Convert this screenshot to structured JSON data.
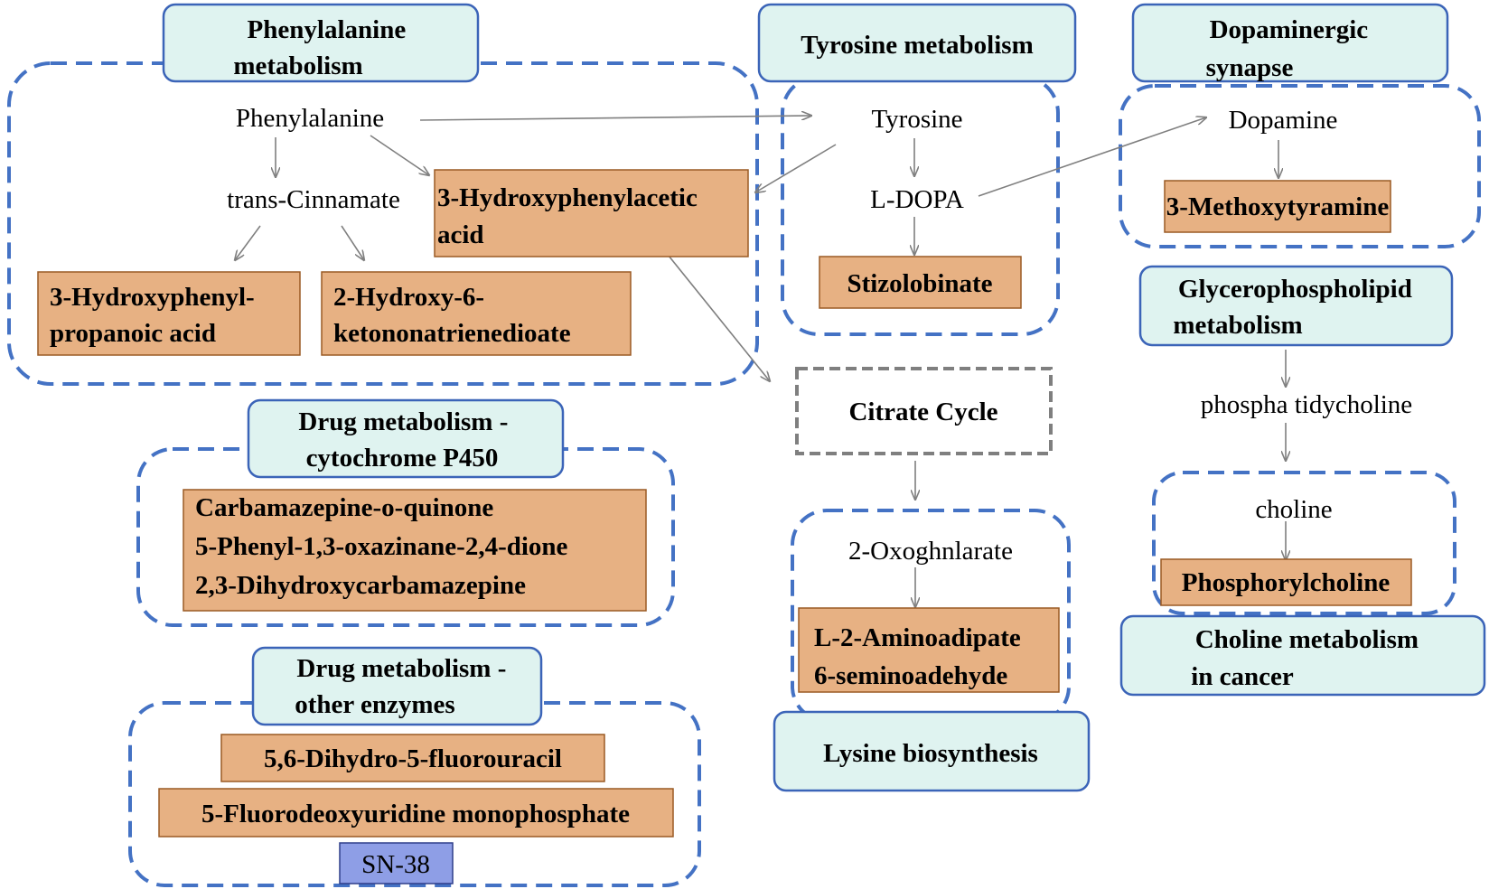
{
  "pathways": {
    "phenylalanine": [
      "Phenylalanine",
      "metabolism"
    ],
    "tyrosine": [
      "Tyrosine metabolism"
    ],
    "dopaminergic": [
      "Dopaminergic",
      "synapse"
    ],
    "glycerophospholipid": [
      "Glycerophospholipid",
      "metabolism"
    ],
    "drug_p450": [
      "Drug metabolism -",
      "cytochrome P450"
    ],
    "drug_other": [
      "Drug metabolism -",
      "other enzymes"
    ],
    "citrate": [
      "Citrate Cycle"
    ],
    "lysine": [
      "Lysine biosynthesis"
    ],
    "choline_cancer": [
      "Choline metabolism",
      "in cancer"
    ]
  },
  "metabolites": {
    "phenylalanine": "Phenylalanine",
    "trans_cinnamate": "trans-Cinnamate",
    "tyrosine": "Tyrosine",
    "l_dopa": "L-DOPA",
    "dopamine": "Dopamine",
    "phosphatidylcholine": "phospha tidycholine",
    "choline": "choline",
    "oxoglutarate": "2-Oxoghnlarate"
  },
  "highlighted": {
    "hydroxyphenylacetic": [
      "3-Hydroxyphenylacetic",
      "acid"
    ],
    "hydroxyphenylpropanoic": [
      "3-Hydroxyphenyl-",
      "propanoic acid"
    ],
    "ketononatrienedioate": [
      "2-Hydroxy-6-",
      "ketononatrienedioate"
    ],
    "stizolobinate": [
      "Stizolobinate"
    ],
    "methoxytyramine": [
      "3-Methoxytyramine"
    ],
    "phosphorylcholine": [
      "Phosphorylcholine"
    ],
    "aminoadipate": [
      "L-2-Aminoadipate",
      "6-seminoadehyde"
    ],
    "p450_metabolites": [
      "Carbamazepine-o-quinone",
      "5-Phenyl-1,3-oxazinane-2,4-dione",
      "2,3-Dihydroxycarbamazepine"
    ],
    "dihydrofluorouracil": [
      "5,6-Dihydro-5-fluorouracil"
    ],
    "fluorodeoxyuridine": [
      "5-Fluorodeoxyuridine monophosphate"
    ],
    "sn38": [
      "SN-38"
    ]
  },
  "colors": {
    "group_border": "#4472c4",
    "pathway_fill": "#dff3f0",
    "metabolite_fill": "#e7b183",
    "sn38_fill": "#8e9ee6",
    "arrow": "#7f7f7f"
  }
}
